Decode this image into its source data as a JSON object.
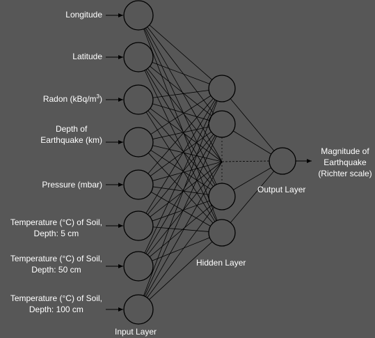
{
  "inputs": [
    {
      "line1": "Longitude",
      "line2": ""
    },
    {
      "line1": "Latitude",
      "line2": ""
    },
    {
      "line1": "Radon (kBq/m",
      "sup": "3",
      "tail": ")",
      "line2": ""
    },
    {
      "line1": "Depth of",
      "line2": "Earthquake (km)"
    },
    {
      "line1": "Pressure (mbar)",
      "line2": ""
    },
    {
      "line1": "Temperature (°C) of Soil,",
      "line2": "Depth: 5 cm"
    },
    {
      "line1": "Temperature (°C) of Soil,",
      "line2": "Depth: 50 cm"
    },
    {
      "line1": "Temperature (°C) of Soil,",
      "line2": "Depth: 100 cm"
    }
  ],
  "input_layer_label": "Input Layer",
  "hidden_layer_label": "Hidden Layer",
  "output_layer_label": "Output Layer",
  "output": {
    "line1": "Magnitude of",
    "line2": "Earthquake",
    "line3": "(Richter scale)"
  },
  "colors": {
    "background": "#575757",
    "stroke": "#000000",
    "text": "#ffffff"
  }
}
